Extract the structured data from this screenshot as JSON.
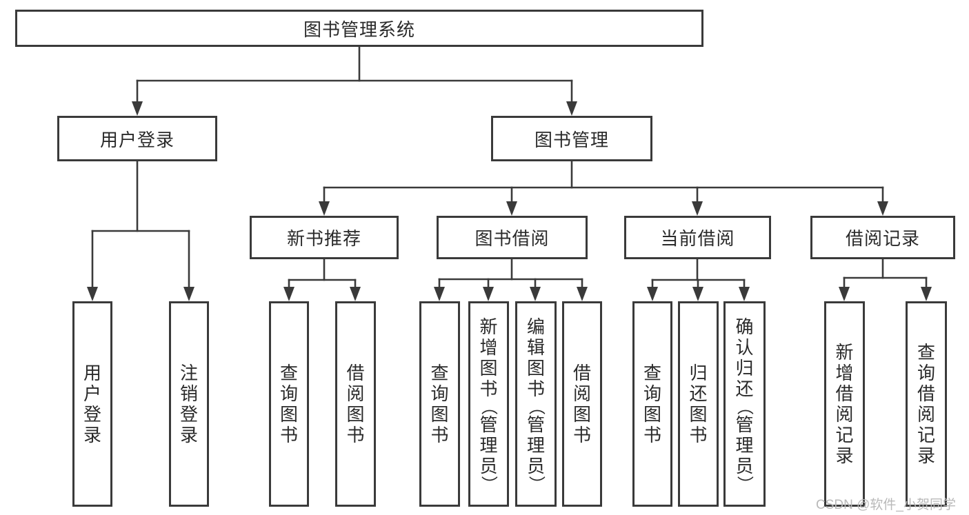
{
  "tree": {
    "label": "图书管理系统",
    "children": [
      {
        "label": "用户登录",
        "children": [
          {
            "label": "用户登录"
          },
          {
            "label": "注销登录"
          }
        ]
      },
      {
        "label": "图书管理",
        "children": [
          {
            "label": "新书推荐",
            "children": [
              {
                "label": "查询图书"
              },
              {
                "label": "借阅图书"
              }
            ]
          },
          {
            "label": "图书借阅",
            "children": [
              {
                "label": "查询图书"
              },
              {
                "label": "新增图书（管理员）"
              },
              {
                "label": "编辑图书（管理员）"
              },
              {
                "label": "借阅图书"
              }
            ]
          },
          {
            "label": "当前借阅",
            "children": [
              {
                "label": "查询图书"
              },
              {
                "label": "归还图书"
              },
              {
                "label": "确认归还（管理员）"
              }
            ]
          },
          {
            "label": "借阅记录",
            "children": [
              {
                "label": "新增借阅记录"
              },
              {
                "label": "查询借阅记录"
              }
            ]
          }
        ]
      }
    ]
  },
  "watermark": "CSDN @软件_小贺同学",
  "colors": {
    "line": "#3a3a3a",
    "text": "#2a2a2a",
    "background": "#ffffff",
    "watermark": "#b9b9b9"
  }
}
